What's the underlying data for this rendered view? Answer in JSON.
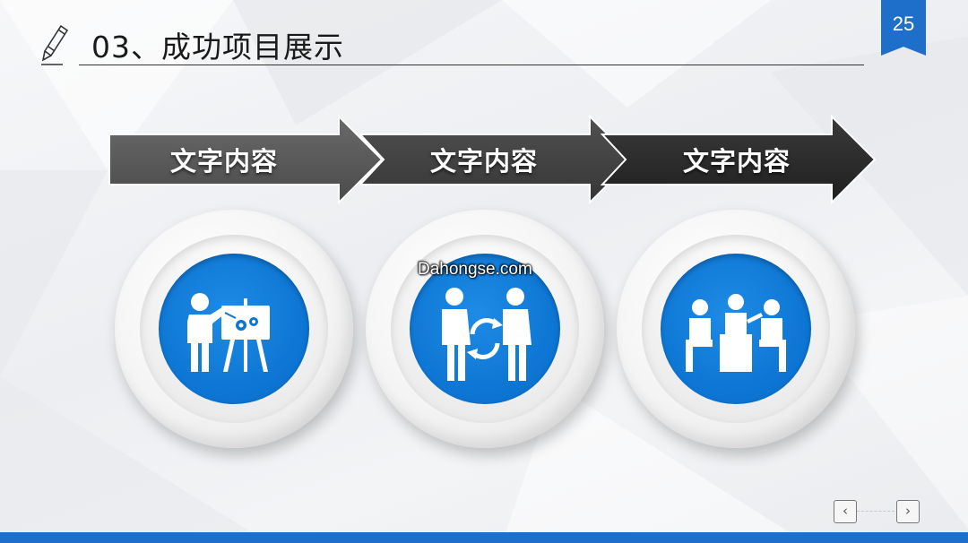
{
  "header": {
    "title": "03、成功项目展示",
    "page_number": "25"
  },
  "process_steps": [
    {
      "label": "文字内容",
      "icon": "presentation-icon"
    },
    {
      "label": "文字内容",
      "icon": "exchange-people-icon"
    },
    {
      "label": "文字内容",
      "icon": "meeting-icon"
    }
  ],
  "watermark": "Dahongse.com",
  "nav": {
    "prev": "‹",
    "next": "›"
  },
  "colors": {
    "accent": "#1d6fc9",
    "disc": "#0c74d2",
    "arrow_1": "#5a5a5a",
    "arrow_2": "#424242",
    "arrow_3": "#2b2b2b"
  }
}
